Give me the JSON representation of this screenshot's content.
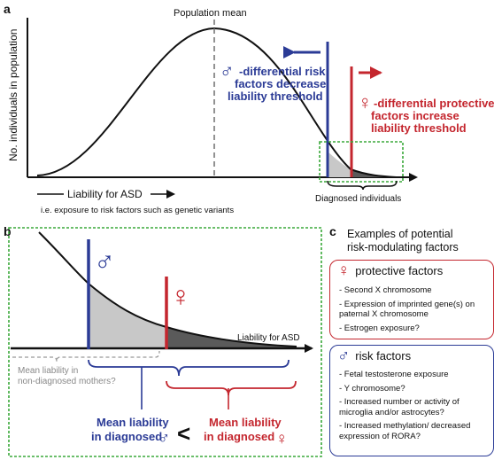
{
  "panel_a": {
    "label": "a",
    "y_axis_label": "No. individuals in population",
    "population_mean": "Population mean",
    "x_axis_label": "Liability for ASD",
    "x_axis_note": "i.e. exposure to risk factors such as genetic variants",
    "male_text_line1": "-differential risk",
    "male_text_line2": "factors decrease",
    "male_text_line3": "liability threshold",
    "female_text_line1": "-differential protective",
    "female_text_line2": "factors increase",
    "female_text_line3": "liability threshold",
    "diagnosed": "Diagnosed individuals"
  },
  "panel_b": {
    "label": "b",
    "x_axis_label": "Liability for ASD",
    "mothers_line1": "Mean liability in",
    "mothers_line2": "non-diagnosed mothers?",
    "male_mean_line1": "Mean liability",
    "male_mean_line2": "in diagnosed",
    "female_mean_line1": "Mean liability",
    "female_mean_line2": "in diagnosed",
    "less_than": "<"
  },
  "panel_c": {
    "label": "c",
    "title_line1": "Examples of potential",
    "title_line2": "risk-modulating factors",
    "protective": {
      "heading": "protective factors",
      "items": [
        "- Second X chromosome",
        "- Expression of imprinted gene(s) on paternal X chromosome",
        "- Estrogen exposure?"
      ]
    },
    "risk": {
      "heading": "risk factors",
      "items": [
        "- Fetal testosterone exposure",
        "- Y chromosome?",
        "- Increased number or activity of microglia and/or astrocytes?",
        "- Increased methylation/ decreased expression of RORA?"
      ]
    }
  },
  "symbols": {
    "male": "♂",
    "female": "♀"
  },
  "colors": {
    "male": "#2b3b96",
    "female": "#c4262e",
    "highlight_box": "#3aa83a",
    "shade_light": "#c8c8c8",
    "shade_dark": "#5a5a5a"
  }
}
